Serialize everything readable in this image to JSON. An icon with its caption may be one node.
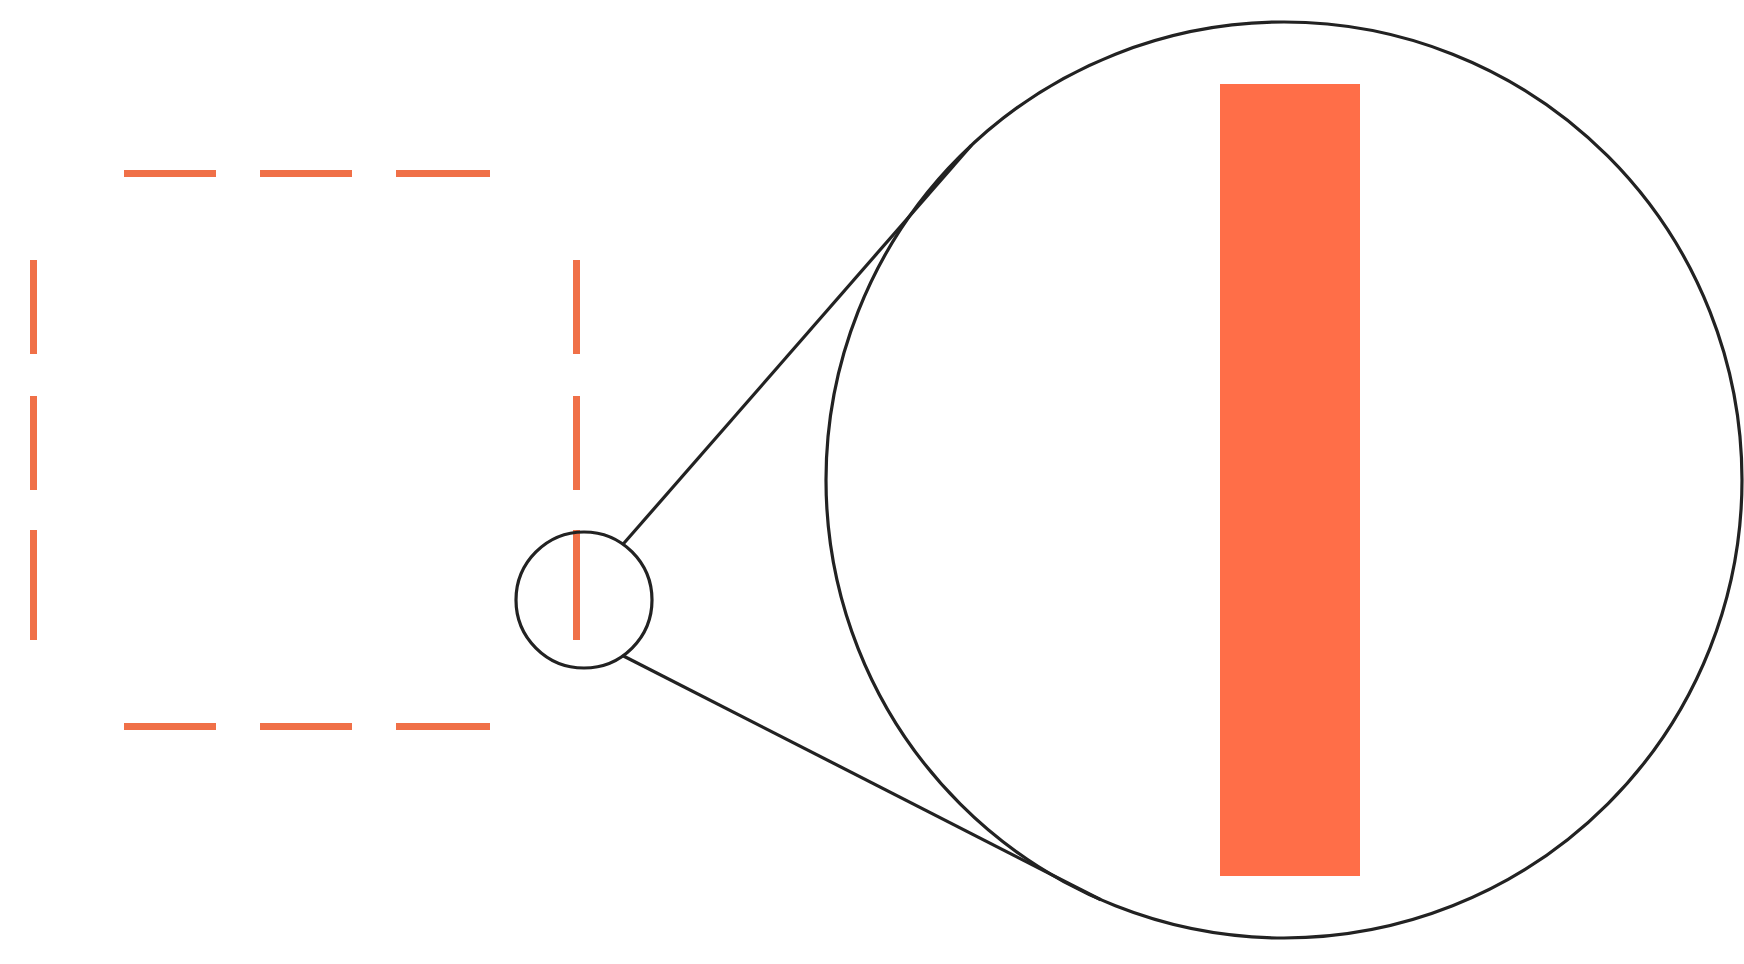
{
  "diagram": {
    "nodes": [
      {
        "text": [],
        "shape": "box"
      },
      {
        "text": [],
        "shape": "circle"
      },
      {
        "text": [],
        "shape": "circle"
      },
      {
        "text": [],
        "shape": "bar",
        "in": 2
      }
    ],
    "edges": [
      {
        "from": 1,
        "to": 2,
        "arrow": "none"
      },
      {
        "from": 1,
        "to": 2,
        "arrow": "none"
      }
    ]
  }
}
